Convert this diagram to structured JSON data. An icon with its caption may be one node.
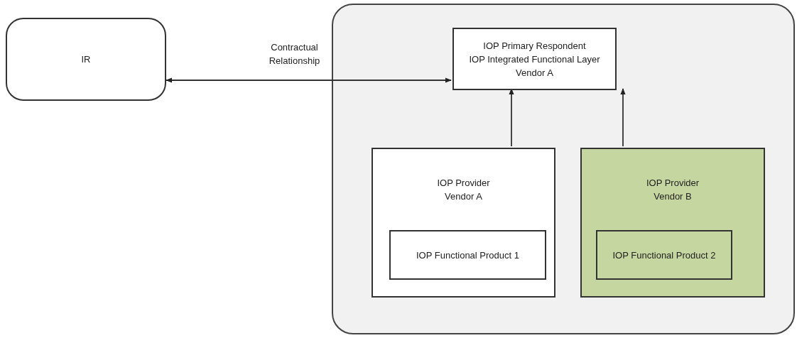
{
  "diagram": {
    "nodes": [
      {
        "text": [
          "IR"
        ]
      },
      {
        "text": [],
        "shape": "box"
      },
      {
        "text": [
          "IOP Primary Respondent",
          "IOP Integrated Functional Layer",
          "Vendor A"
        ],
        "in": 1
      },
      {
        "text": [
          "IOP Provider",
          "Vendor A"
        ],
        "in": 1
      },
      {
        "text": [
          "IOP Functional Product 1"
        ],
        "in": 3
      },
      {
        "text": [
          "IOP Provider",
          "Vendor B"
        ],
        "in": 1
      },
      {
        "text": [
          "IOP Functional Product 2"
        ],
        "in": 5
      }
    ],
    "edges": [
      {
        "from": 0,
        "to": 2,
        "arrow": "both",
        "label": "Contractual Relationship"
      },
      {
        "from": 3,
        "to": 2,
        "arrow": "to"
      },
      {
        "from": 5,
        "to": 2,
        "arrow": "to"
      }
    ]
  }
}
